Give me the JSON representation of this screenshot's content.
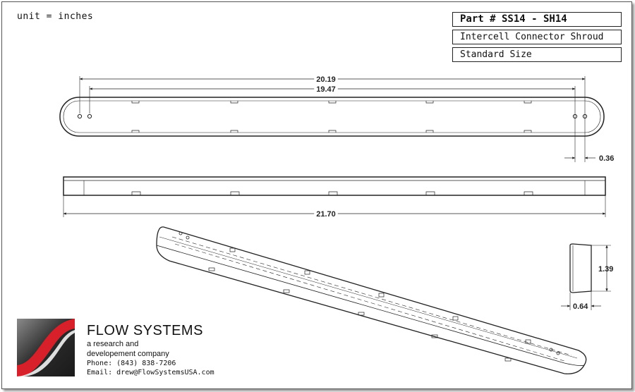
{
  "unit_note": "unit = inches",
  "title_block": {
    "part_number": "Part # SS14 - SH14",
    "description": "Intercell Connector Shroud",
    "size": "Standard Size"
  },
  "dimensions": {
    "overall_top": "20.19",
    "inner_top": "19.47",
    "end_offset": "0.36",
    "overall_length": "21.70",
    "height": "1.39",
    "width": "0.64"
  },
  "company": {
    "name": "FLOW SYSTEMS",
    "tagline_1": "a research and",
    "tagline_2": "developement company",
    "phone": "Phone: (843) 838-7206",
    "email": "Email: drew@FlowSystemsUSA.com"
  },
  "colors": {
    "logo_red": "#d8202a",
    "logo_dark": "#2a2a2a",
    "line": "#222222"
  }
}
